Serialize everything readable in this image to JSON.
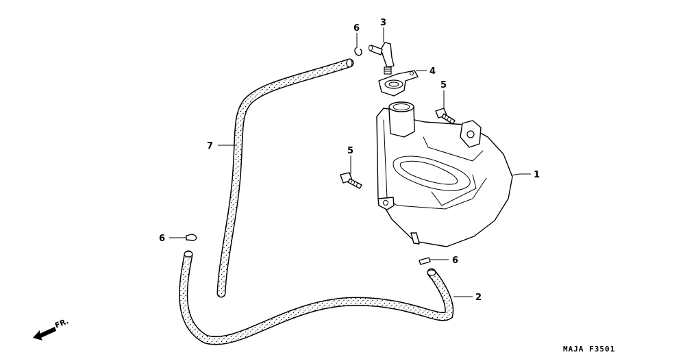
{
  "callouts": [
    {
      "id": "c1",
      "label": "1"
    },
    {
      "id": "c2",
      "label": "2"
    },
    {
      "id": "c3",
      "label": "3"
    },
    {
      "id": "c4",
      "label": "4"
    },
    {
      "id": "c5a",
      "label": "5"
    },
    {
      "id": "c5b",
      "label": "5"
    },
    {
      "id": "c6a",
      "label": "6"
    },
    {
      "id": "c6b",
      "label": "6"
    },
    {
      "id": "c6c",
      "label": "6"
    },
    {
      "id": "c7",
      "label": "7"
    }
  ],
  "direction_label": "FR.",
  "figure_code": "MAJA F3501"
}
